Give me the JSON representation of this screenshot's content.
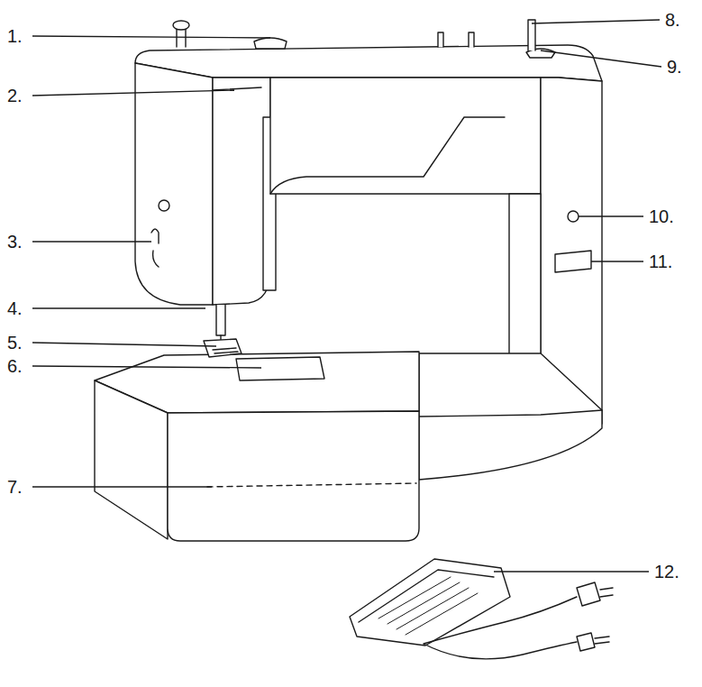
{
  "diagram": {
    "labels": [
      "1.",
      "2.",
      "3.",
      "4.",
      "5.",
      "6.",
      "7.",
      "8.",
      "9.",
      "10.",
      "11.",
      "12."
    ]
  }
}
